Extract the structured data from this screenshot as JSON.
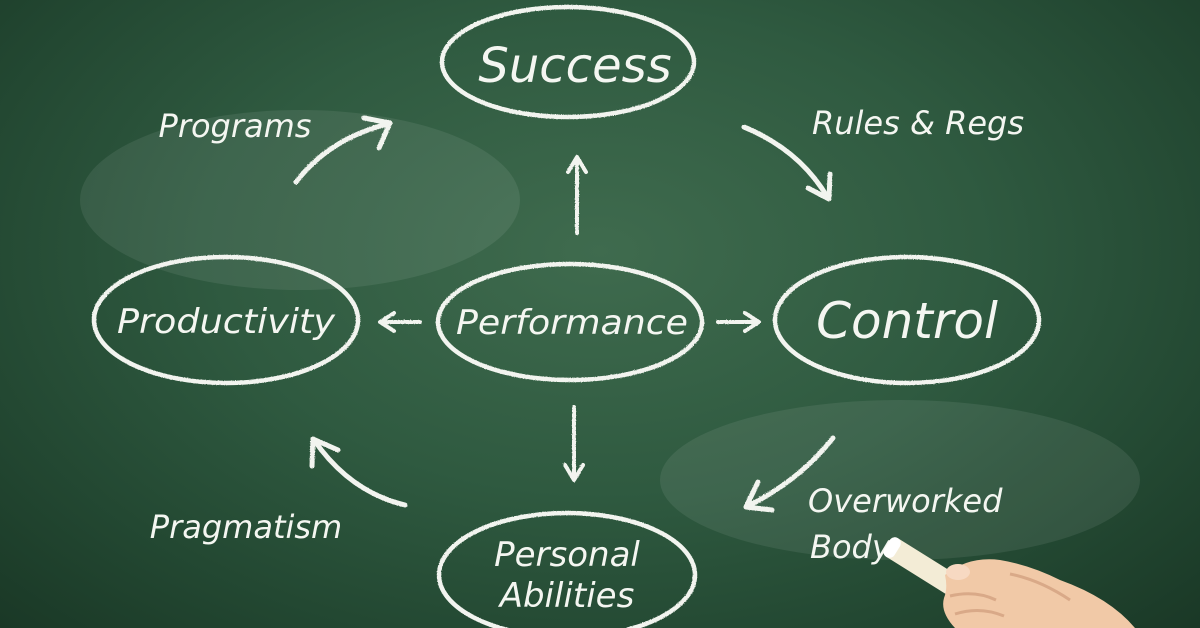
{
  "nodes": {
    "success": "Success",
    "performance": "Performance",
    "productivity": "Productivity",
    "control": "Control",
    "personal_line1": "Personal",
    "personal_line2": "Abilities"
  },
  "edges": {
    "programs": "Programs",
    "rules": "Rules & Regs",
    "pragmatism": "Pragmatism",
    "overworked_line1": "Overworked",
    "overworked_line2": "Body"
  },
  "colors": {
    "board": "#2f5a40",
    "chalk": "#f2f4ef",
    "skin": "#f1c9a7",
    "chalk_stick": "#f3ecd6"
  }
}
